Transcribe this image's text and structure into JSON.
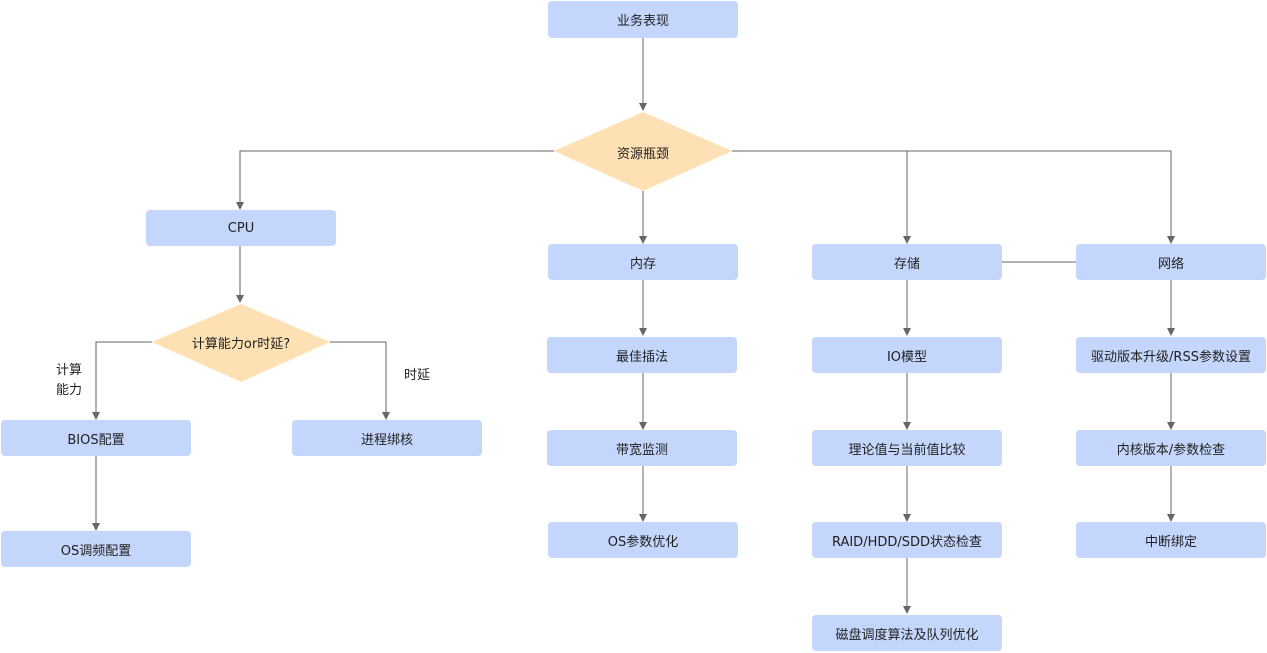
{
  "nodes": {
    "business": "业务表现",
    "bottleneck": "资源瓶颈",
    "cpu": "CPU",
    "compute_or_latency": "计算能力or时延?",
    "bios": "BIOS配置",
    "os_freq": "OS调频配置",
    "process_bind": "进程绑核",
    "memory": "内存",
    "best_slot": "最佳插法",
    "bandwidth": "带宽监测",
    "os_param": "OS参数优化",
    "storage": "存储",
    "io_model": "IO模型",
    "theory_compare": "理论值与当前值比较",
    "raid_check": "RAID/HDD/SDD状态检查",
    "disk_sched": "磁盘调度算法及队列优化",
    "network": "网络",
    "driver_rss": "驱动版本升级/RSS参数设置",
    "kernel_check": "内核版本/参数检查",
    "irq_bind": "中断绑定"
  },
  "edge_labels": {
    "compute_line1": "计算",
    "compute_line2": "能力",
    "latency": "时延"
  },
  "colors": {
    "box_fill": "#c4d6fb",
    "diamond_fill": "#fde0b3",
    "line": "#666666"
  }
}
